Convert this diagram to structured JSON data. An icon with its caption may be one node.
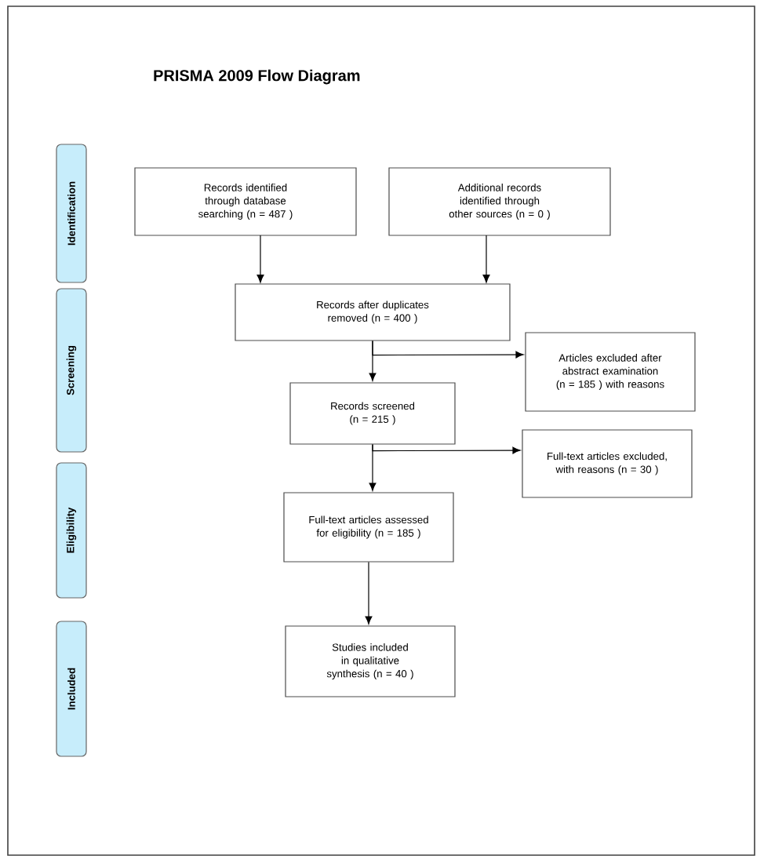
{
  "diagram": {
    "title": "PRISMA 2009 Flow Diagram",
    "nodes": [
      {
        "text": [
          "Identification"
        ]
      },
      {
        "text": [
          "Screening"
        ]
      },
      {
        "text": [
          "Eligibility"
        ]
      },
      {
        "text": [
          "Included"
        ]
      },
      {
        "text": [
          "Records identified through database searching (n = 487 )"
        ]
      },
      {
        "text": [
          "Additional records identified through other sources (n = 0 )"
        ]
      },
      {
        "text": [
          "Records after duplicates removed (n = 400 )"
        ]
      },
      {
        "text": [
          "Articles excluded after abstract examination (n = 185 ) with reasons"
        ]
      },
      {
        "text": [
          "Records screened (n = 215 )"
        ]
      },
      {
        "text": [
          "Full-text articles excluded, with reasons (n = 30 )"
        ]
      },
      {
        "text": [
          "Full-text articles assessed for eligibility (n = 185 )"
        ]
      },
      {
        "text": [
          "Studies included in qualitative synthesis (n = 40 )"
        ]
      }
    ],
    "edges": [
      {
        "from": 4,
        "to": 6,
        "arrow": "to"
      },
      {
        "from": 5,
        "to": 6,
        "arrow": "to"
      },
      {
        "from": 6,
        "to": 8,
        "arrow": "to"
      },
      {
        "from": 6,
        "to": 7,
        "arrow": "to"
      },
      {
        "from": 8,
        "to": 10,
        "arrow": "to"
      },
      {
        "from": 8,
        "to": 9,
        "arrow": "to"
      },
      {
        "from": 10,
        "to": 11,
        "arrow": "to"
      }
    ]
  }
}
